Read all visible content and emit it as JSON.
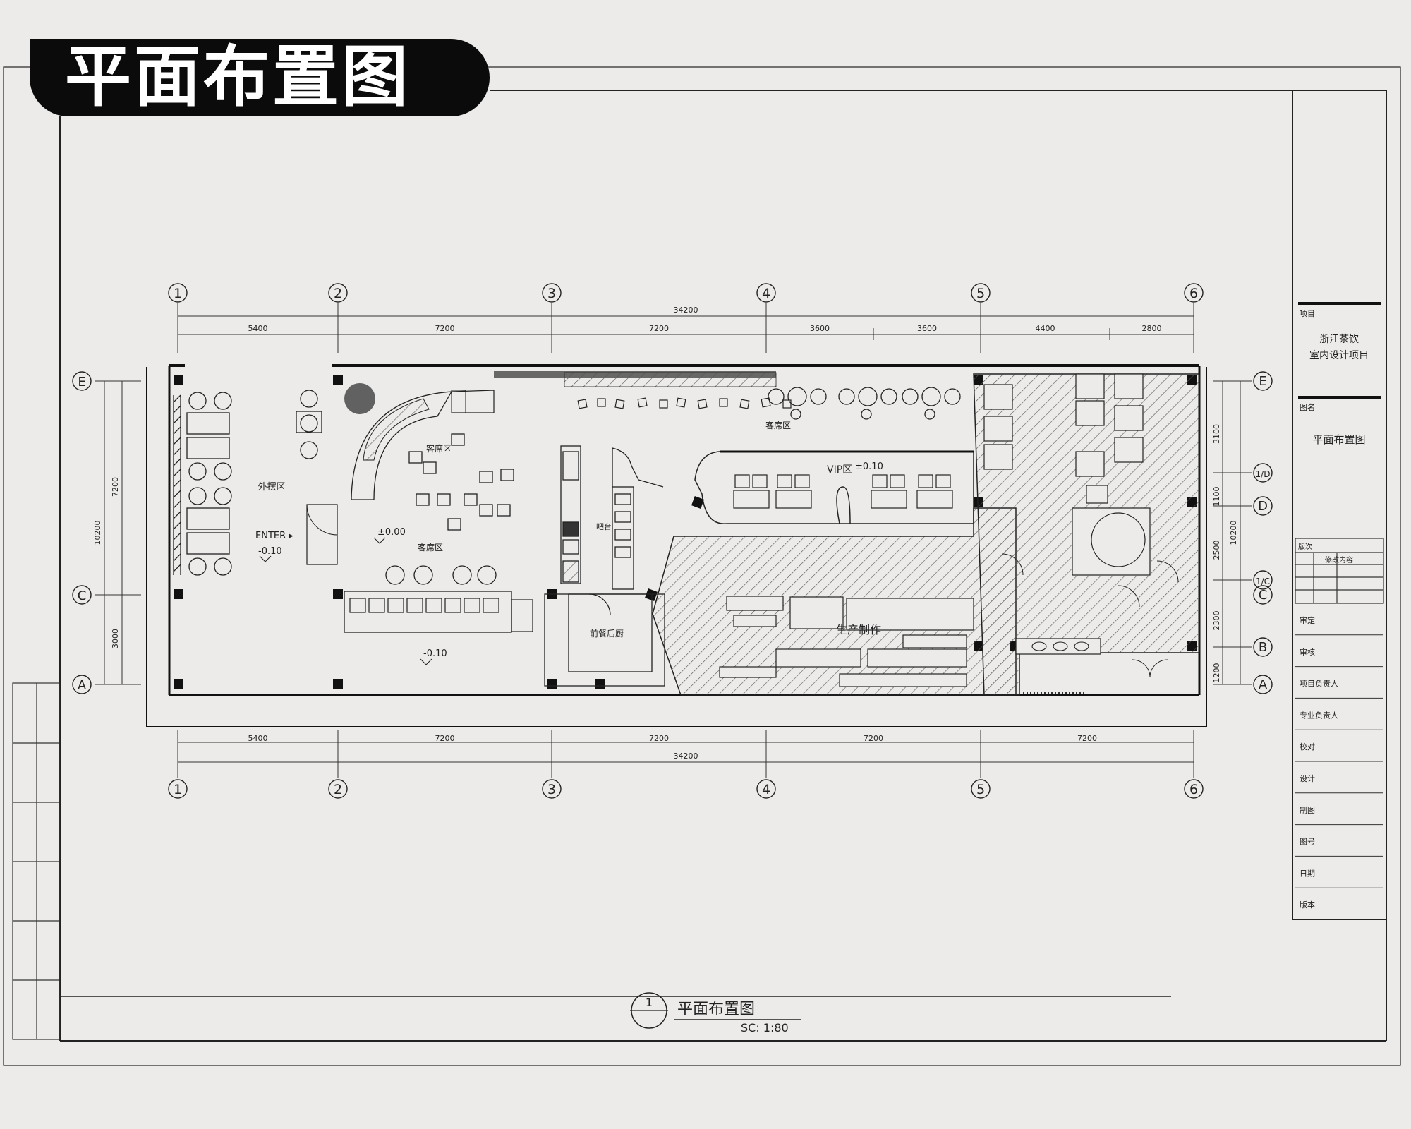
{
  "banner": {
    "title": "平面布置图"
  },
  "grid": {
    "columns": [
      "1",
      "2",
      "3",
      "4",
      "5",
      "6"
    ],
    "rows": [
      "E",
      "1/D",
      "D",
      "1/C",
      "C",
      "B",
      "A"
    ],
    "top_dims": [
      "5400",
      "7200",
      "7200",
      "3600",
      "3600",
      "4400",
      "2800"
    ],
    "top_total": "34200",
    "bottom_dims": [
      "5400",
      "7200",
      "7200",
      "7200",
      "7200"
    ],
    "bottom_total": "34200",
    "left_dims": [
      "7200",
      "3000"
    ],
    "left_total": "10200",
    "right_dims": [
      "3100",
      "1100",
      "2500",
      "2300",
      "1200"
    ],
    "right_total": "10200"
  },
  "rooms": {
    "outdoor": "外摆区",
    "guest1": "客席区",
    "guest2": "客席区",
    "guest3": "客席区",
    "vip": "VIP区",
    "bar": "吧台",
    "back_kitchen": "前餐后厨",
    "production": "生产制作"
  },
  "levels": {
    "entrance": "ENTER ▸",
    "entrance_level": "-0.10",
    "hall": "±0.00",
    "lower": "-0.10",
    "vip": "±0.10"
  },
  "title_block": {
    "project_label": "项目",
    "project_name_1": "浙江茶饮",
    "project_name_2": "室内设计项目",
    "drawing_label": "图名",
    "drawing_name": "平面布置图",
    "revision_label": "版次",
    "revision_content": "修改内容",
    "rows": [
      "审定",
      "审核",
      "项目负责人",
      "专业负责人",
      "校对",
      "设计",
      "制图",
      "图号",
      "日期",
      "版本"
    ]
  },
  "caption": {
    "number": "1",
    "title": "平面布置图",
    "scale": "SC:  1:80"
  }
}
